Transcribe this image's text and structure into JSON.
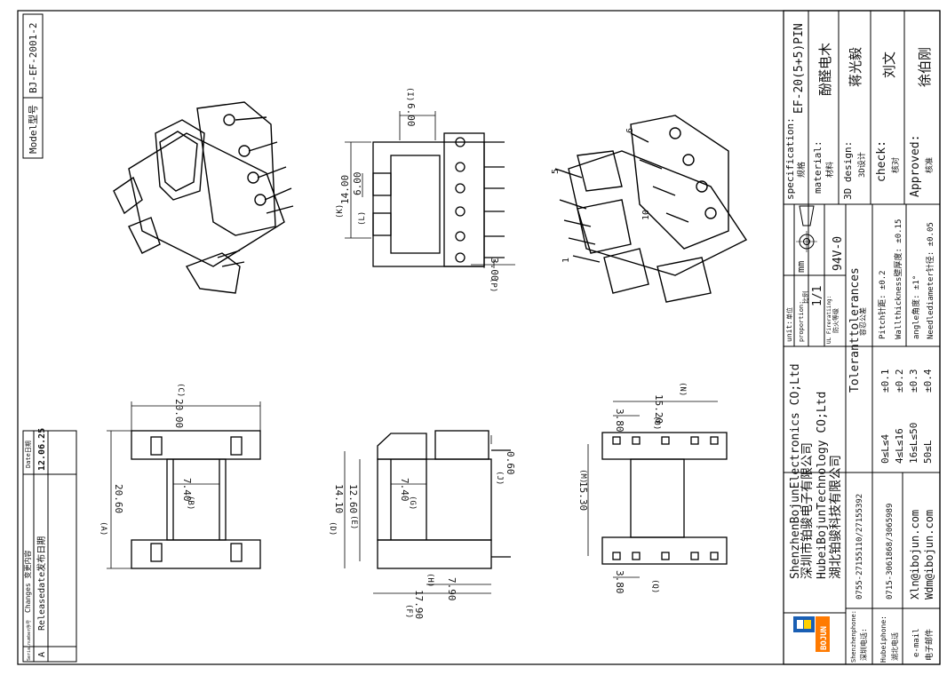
{
  "model": {
    "label": "Model型号",
    "value": "BJ-EF-2001-2"
  },
  "changes": {
    "col_serial": "Serialnumber序号",
    "col_content": "Changes 变更内容",
    "col_date": "Date日期",
    "rows": [
      {
        "serial": "A",
        "content": "Releasedate发布日期",
        "date": "12.06.25"
      }
    ]
  },
  "title_block": {
    "specification_label": "specification:",
    "specification_cn": "规格",
    "specification_value": "EF-20(5+5)PIN",
    "material_label": "material:",
    "material_cn": "材料",
    "material_value": "酚醛电木",
    "design_label": "3D design:",
    "design_cn": "3D设计",
    "design_value": "蒋光毅",
    "check_label": "check:",
    "check_cn": "核对",
    "check_value": "刘文",
    "approved_label": "Approved:",
    "approved_cn": "核准",
    "approved_value": "徐伯刚",
    "unit_label": "unit:",
    "unit_cn": "单位",
    "unit_value": "mm",
    "proportion_label": "proportion:",
    "proportion_cn": "比例",
    "proportion_value": "1/1",
    "fire_label": "UL Fireratiing:",
    "fire_cn": "防火等级",
    "fire_value": "94V-0",
    "tolerances_title": "Toleranttolerances",
    "tolerances_cn": "容忍公差",
    "tol_ranges": [
      "0≤L≤4",
      "4≤L≤16",
      "16≤L≤50",
      "50≤L"
    ],
    "tol_values": [
      "±0.1",
      "±0.2",
      "±0.3",
      "±0.4"
    ],
    "tol_pitch": "Pitch针距: ±0.2",
    "tol_wall": "Wallthickness壁厚度: ±0.15",
    "tol_angle": "angle角度: ±1°",
    "tol_needle": "Needlediameter针径: ±0.05"
  },
  "company": {
    "name_sz_en": "ShenzhenBojunElectronics CO;Ltd",
    "name_sz_cn": "深圳市铂骏电子有限公司",
    "name_hb_en": "HubeiBojunTechnology CO;Ltd",
    "name_hb_cn": "湖北铂骏科技有限公司",
    "logo_text": "BOJUN",
    "sz_phone_label": "Shenzhenphone:",
    "sz_phone_cn": "深圳电话:",
    "sz_phone": "0755-27155110/27155392",
    "hb_phone_label": "Hubeiphone:",
    "hb_phone_cn": "湖北电话",
    "hb_phone": "0715-3061868/3065989",
    "email_label": "e-mail",
    "email_cn": "电子邮件",
    "email_1": "Xln@ibojun.com",
    "email_2": "Wdm@ibojun.com"
  },
  "dims": {
    "I_val": "6.00",
    "I": "(I)",
    "K_val": "14.00",
    "K": "(K)",
    "L_val": "6.00",
    "L": "(L)",
    "P_val": "3.00",
    "P": "(P)",
    "C_val": "20.00",
    "C": "(C)",
    "A_val": "20.60",
    "A": "(A)",
    "B_val": "7.40",
    "B": "(B)",
    "D_val": "14.10",
    "D": "(D)",
    "E_val": "12.60",
    "E": "(E)",
    "G_val": "7.40",
    "G": "(G)",
    "J_val": "0.60",
    "J": "(J)",
    "H_val": "7.90",
    "H": "(H)",
    "F_val": "17.90",
    "F": "(F)",
    "N_val": "15.20",
    "N": "(N)",
    "O_val": "3.80",
    "O": "(O)",
    "M_val": "15.30",
    "M": "(M)",
    "Q_val": "3.80",
    "Q": "(Q)"
  },
  "pin_labels": [
    "1",
    "5",
    "6",
    "10"
  ]
}
